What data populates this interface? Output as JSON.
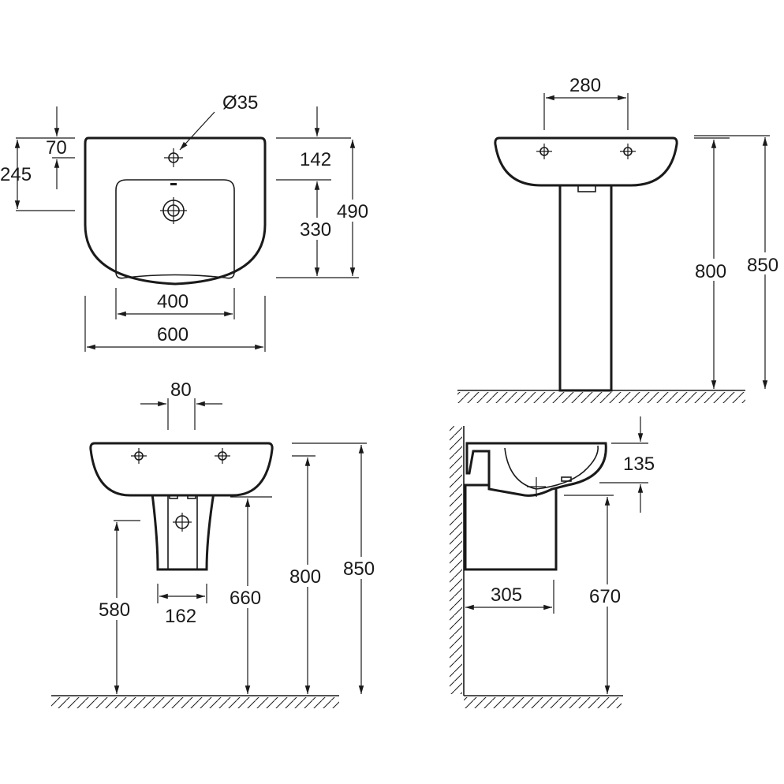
{
  "top_view": {
    "tap_hole_diameter": "Ø35",
    "tap_from_edge": "70",
    "drain_from_edge": "245",
    "bowl_from_edge": "142",
    "bowl_depth": "330",
    "total_depth": "490",
    "bowl_width": "400",
    "total_width": "600"
  },
  "pedestal_view": {
    "tap_spacing": "280",
    "rim_height": "800",
    "total_height": "850"
  },
  "semi_pedestal_front": {
    "tap_offset": "80",
    "drain_height": "580",
    "pedestal_width": "162",
    "pedestal_bottom_height": "660",
    "rim_height": "800",
    "total_height": "850"
  },
  "semi_pedestal_side": {
    "basin_depth": "135",
    "projection": "305",
    "underside_height": "670"
  }
}
